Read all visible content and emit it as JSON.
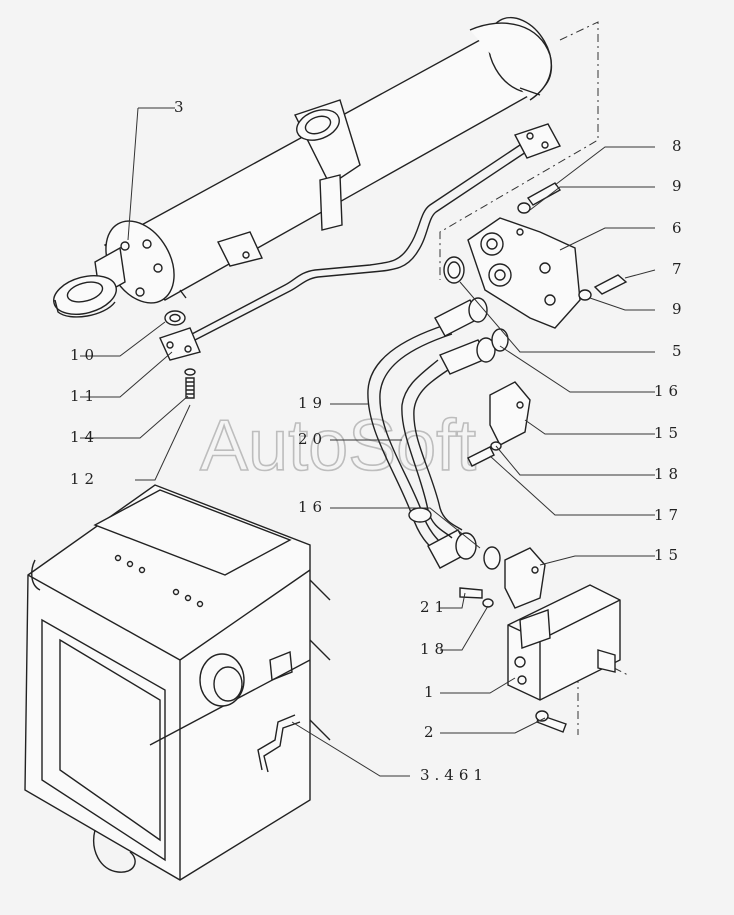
{
  "watermark": "AutoSoft",
  "callouts": [
    {
      "id": "c-3",
      "text": "3"
    },
    {
      "id": "c-8",
      "text": "8"
    },
    {
      "id": "c-9a",
      "text": "9"
    },
    {
      "id": "c-6",
      "text": "6"
    },
    {
      "id": "c-7",
      "text": "7"
    },
    {
      "id": "c-9b",
      "text": "9"
    },
    {
      "id": "c-5",
      "text": "5"
    },
    {
      "id": "c-10",
      "text": "10"
    },
    {
      "id": "c-11",
      "text": "11"
    },
    {
      "id": "c-14",
      "text": "14"
    },
    {
      "id": "c-12",
      "text": "12"
    },
    {
      "id": "c-19",
      "text": "19"
    },
    {
      "id": "c-20",
      "text": "20"
    },
    {
      "id": "c-16a",
      "text": "16"
    },
    {
      "id": "c-15a",
      "text": "15"
    },
    {
      "id": "c-18a",
      "text": "18"
    },
    {
      "id": "c-17",
      "text": "17"
    },
    {
      "id": "c-16b",
      "text": "16"
    },
    {
      "id": "c-15b",
      "text": "15"
    },
    {
      "id": "c-21",
      "text": "21"
    },
    {
      "id": "c-18b",
      "text": "18"
    },
    {
      "id": "c-1",
      "text": "1"
    },
    {
      "id": "c-2",
      "text": "2"
    },
    {
      "id": "c-3461",
      "text": "3.461"
    }
  ]
}
